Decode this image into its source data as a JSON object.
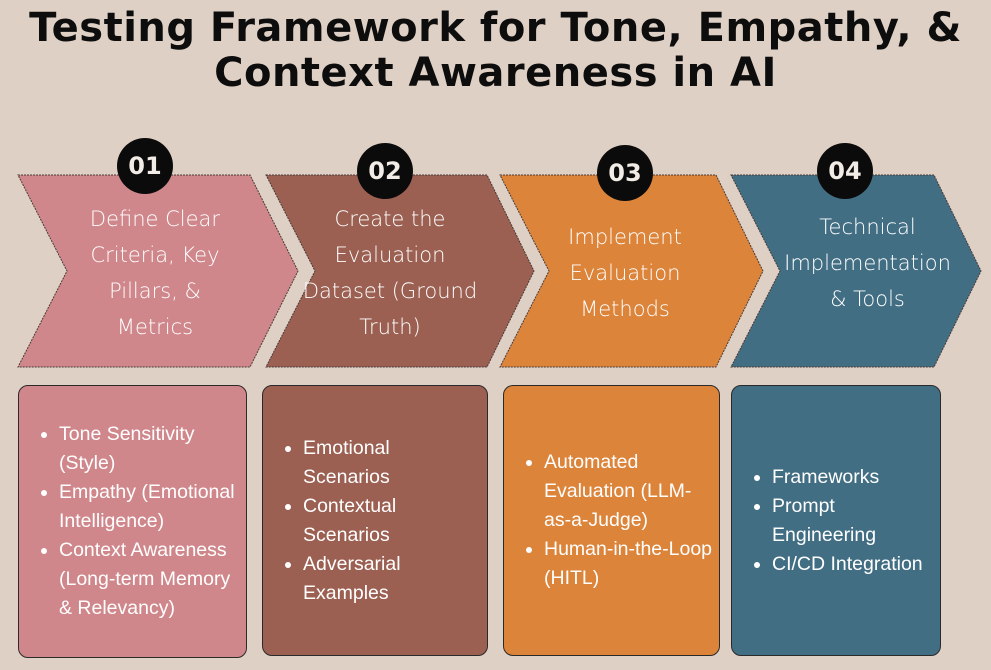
{
  "title": "Testing Framework for Tone, Empathy, & Context Awareness in AI",
  "colors": {
    "background": "#dfd0c5",
    "step1": "#d0878b",
    "step2": "#9b6052",
    "step3": "#dc843a",
    "step4": "#426e84"
  },
  "steps": [
    {
      "number": "01",
      "heading": "Define Clear Criteria, Key Pillars, & Metrics",
      "items": [
        "Tone Sensitivity (Style)",
        "Empathy (Emotional Intelligence)",
        "Context Awareness (Long-term Memory & Relevancy)"
      ]
    },
    {
      "number": "02",
      "heading": "Create the Evaluation Dataset (Ground Truth)",
      "items": [
        "Emotional Scenarios",
        "Contextual Scenarios",
        "Adversarial Examples"
      ]
    },
    {
      "number": "03",
      "heading": "Implement Evaluation Methods",
      "items": [
        "Automated Evaluation (LLM-as-a-Judge)",
        " Human-in-the-Loop (HITL)"
      ]
    },
    {
      "number": "04",
      "heading": "Technical Implementation & Tools",
      "items": [
        "Frameworks",
        "Prompt Engineering",
        "CI/CD Integration"
      ]
    }
  ]
}
